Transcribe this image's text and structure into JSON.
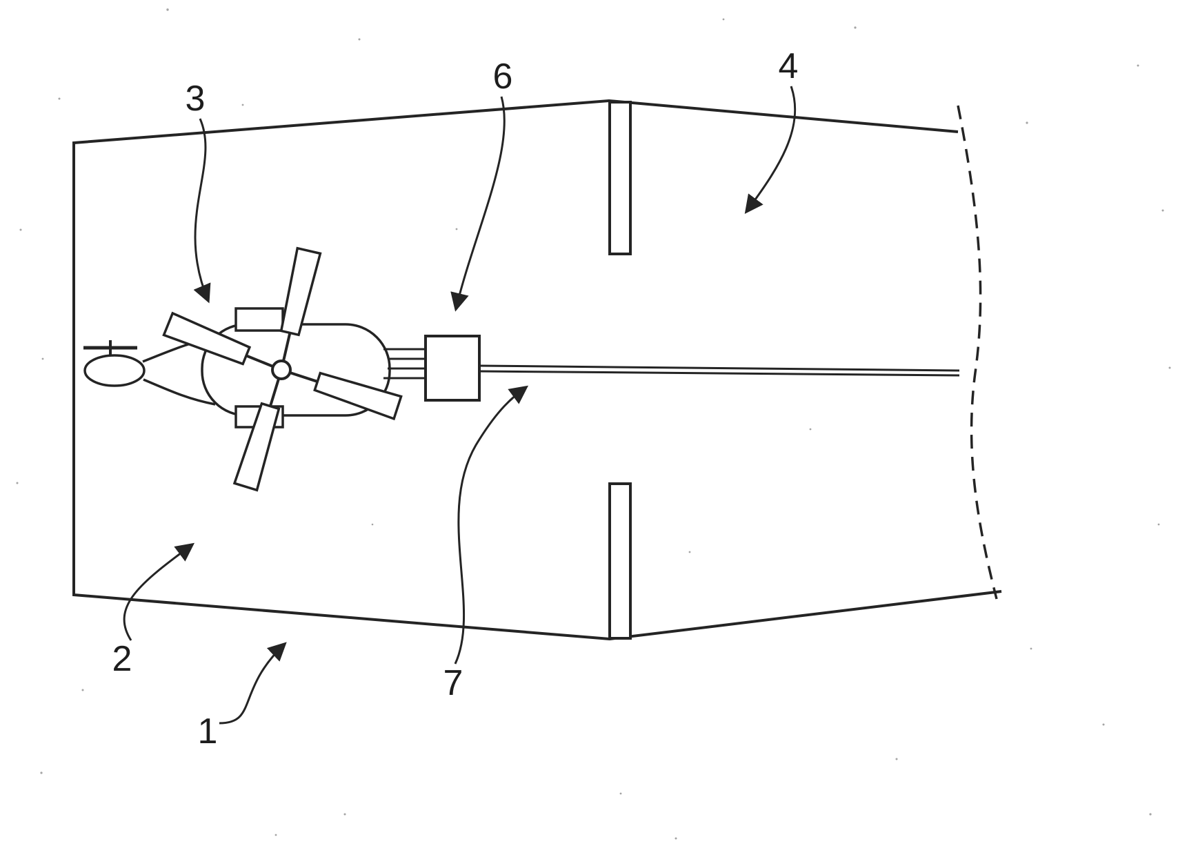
{
  "diagram": {
    "labels": {
      "ref1": "1",
      "ref2": "2",
      "ref3": "3",
      "ref4": "4",
      "ref6": "6",
      "ref7": "7"
    },
    "colors": {
      "ink": "#242424",
      "background": "#ffffff"
    }
  }
}
